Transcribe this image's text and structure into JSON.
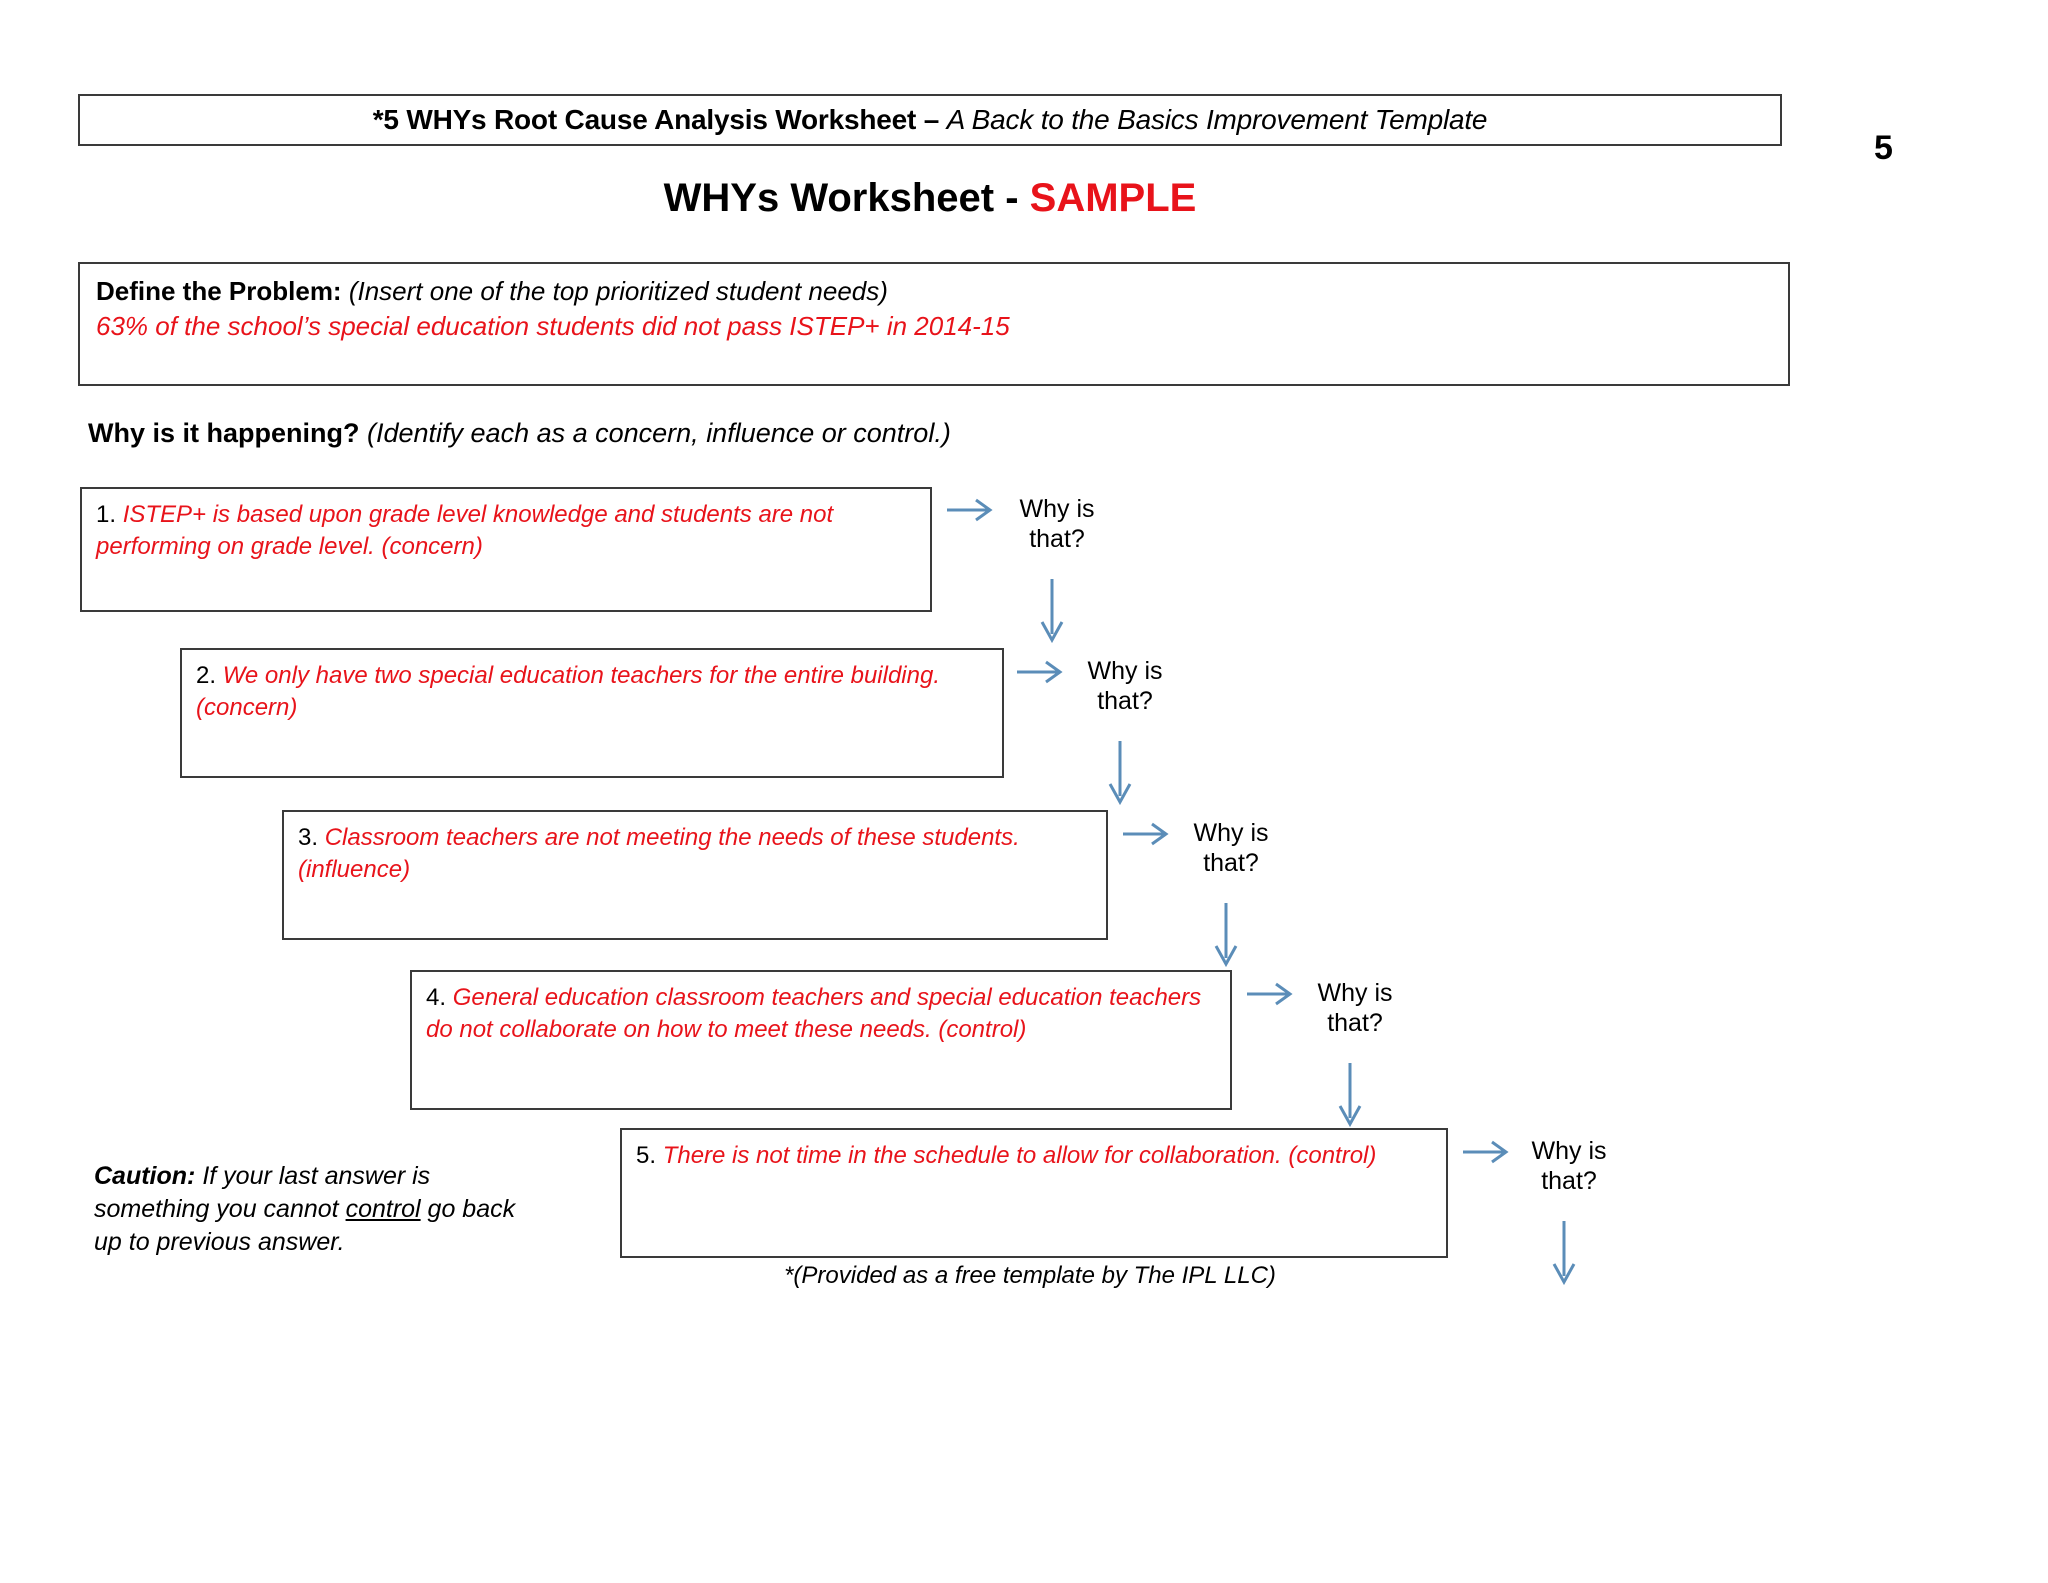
{
  "document": {
    "header": {
      "title_bold": "*5 WHYs Root Cause Analysis Worksheet – ",
      "title_italic": "A Back to the Basics Improvement Template"
    },
    "page_number": "5",
    "main_title": {
      "prefix": "WHYs Worksheet - ",
      "highlight": "SAMPLE",
      "highlight_color": "#e8131a"
    },
    "define_problem": {
      "label": "Define the Problem: ",
      "instruction": "(Insert one of the top prioritized student needs)",
      "answer": "63% of the school’s special education students did not pass ISTEP+ in 2014-15"
    },
    "why_prompt": {
      "label": "Why is it happening? ",
      "instruction": "(Identify each as a concern, influence or control.)"
    },
    "why_that_label_line1": "Why is",
    "why_that_label_line2": "that?",
    "why_items": [
      {
        "number": "1. ",
        "text": "ISTEP+ is based upon grade level knowledge and students are not performing on grade level. (concern)",
        "classification": "concern"
      },
      {
        "number": "2. ",
        "text": "We only have two special education teachers for the entire building. (concern)",
        "classification": "concern"
      },
      {
        "number": "3. ",
        "text": "Classroom teachers are not meeting the needs of these students. (influence)",
        "classification": "influence"
      },
      {
        "number": "4. ",
        "text": "General education classroom teachers and special education teachers do not collaborate on how to meet these needs. (control)",
        "classification": "control"
      },
      {
        "number": "5. ",
        "text": "There is not time in the schedule to allow for collaboration. (control)",
        "classification": "control"
      }
    ],
    "caution": {
      "label": "Caution: ",
      "part1": "If your last answer is something you cannot ",
      "underlined": "control",
      "part2": " go back up to previous answer."
    },
    "credit": "*(Provided as a free template by The IPL LLC)",
    "colors": {
      "answer_red": "#e8131a",
      "arrow_blue": "#5b8db8",
      "box_border": "#3a3a3a"
    }
  }
}
